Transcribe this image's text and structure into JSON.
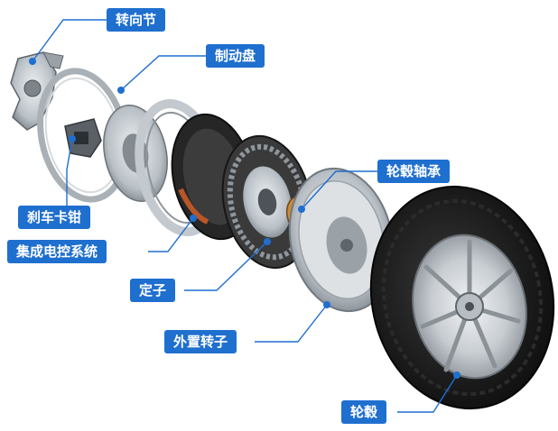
{
  "colors": {
    "label_bg": "#1f6fcf",
    "leader": "#1f6fcf",
    "tire": "#1b1b1b",
    "metal": "#b8bec4",
    "metal_dark": "#6f767d",
    "coil": "#b8562a"
  },
  "labels": {
    "steering_knuckle": "转向节",
    "brake_disc": "制动盘",
    "hub_bearing": "轮毂轴承",
    "brake_caliper": "刹车卡钳",
    "integrated_control": "集成电控系统",
    "stator": "定子",
    "outer_rotor": "外置转子",
    "wheel_hub": "轮毂"
  }
}
